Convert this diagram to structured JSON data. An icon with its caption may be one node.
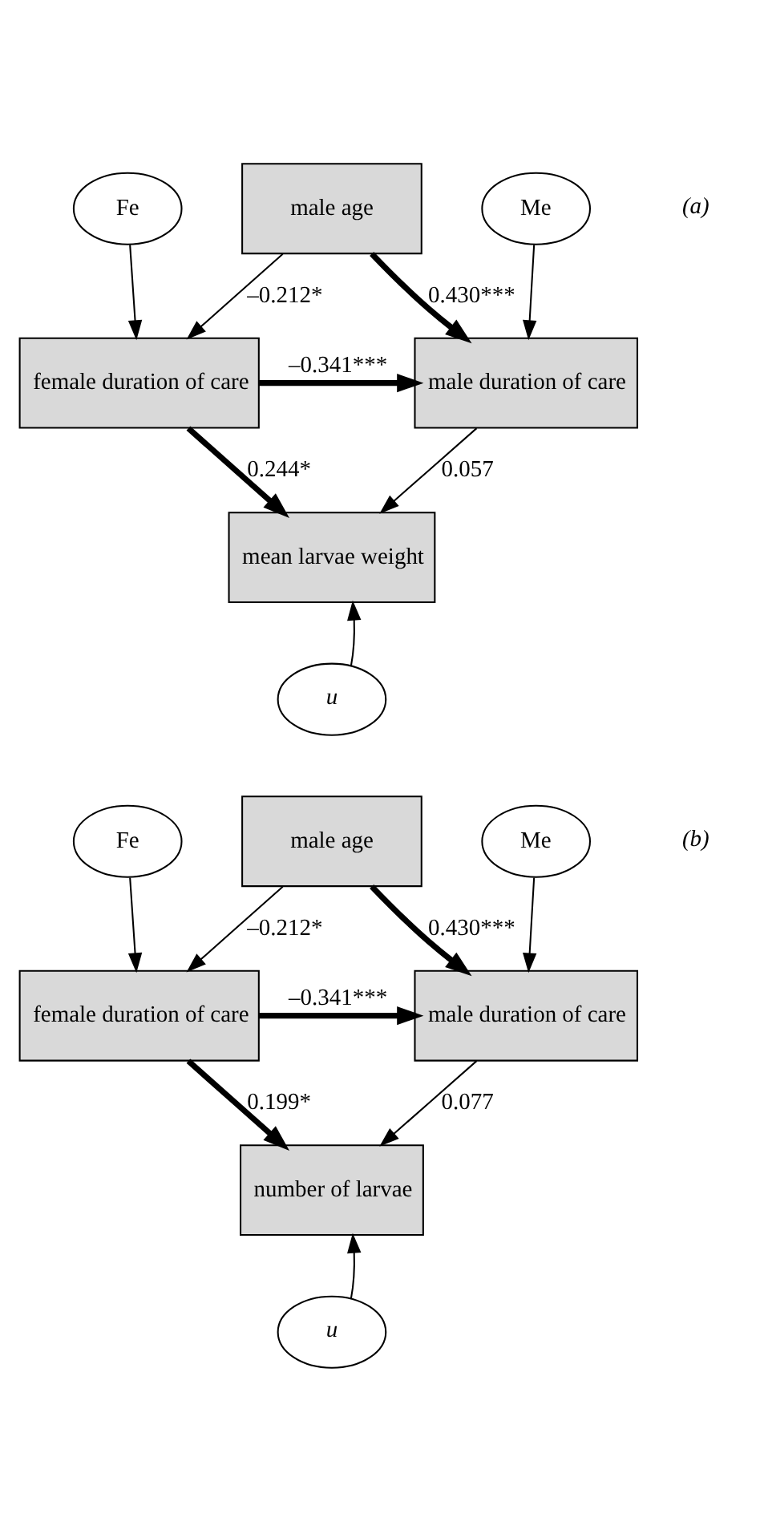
{
  "diagram": {
    "nodes": [
      {
        "text": [
          "male age"
        ]
      },
      {
        "text": [
          "Fe"
        ]
      },
      {
        "text": [
          "Me"
        ]
      },
      {
        "text": [
          "female duration of care"
        ]
      },
      {
        "text": [
          "male duration of care"
        ]
      },
      {
        "text": [
          "mean larvae weight"
        ]
      },
      {
        "text": [
          "u"
        ]
      },
      {
        "text": [
          "male age"
        ]
      },
      {
        "text": [
          "Fe"
        ]
      },
      {
        "text": [
          "Me"
        ]
      },
      {
        "text": [
          "female duration of care"
        ]
      },
      {
        "text": [
          "male duration of care"
        ]
      },
      {
        "text": [
          "number of larvae"
        ]
      },
      {
        "text": [
          "u"
        ]
      }
    ],
    "edges": [
      {
        "from": 0,
        "to": 3,
        "arrow": "to",
        "label": "–0.212*"
      },
      {
        "from": 0,
        "to": 4,
        "arrow": "to",
        "label": "0.430***",
        "style": "thick"
      },
      {
        "from": 1,
        "to": 3,
        "arrow": "to"
      },
      {
        "from": 2,
        "to": 4,
        "arrow": "to"
      },
      {
        "from": 3,
        "to": 4,
        "arrow": "to",
        "label": "–0.341***",
        "style": "thick"
      },
      {
        "from": 3,
        "to": 5,
        "arrow": "to",
        "label": "0.244*",
        "style": "thick"
      },
      {
        "from": 4,
        "to": 5,
        "arrow": "to",
        "label": "0.057"
      },
      {
        "from": 6,
        "to": 5,
        "arrow": "to"
      },
      {
        "from": 7,
        "to": 10,
        "arrow": "to",
        "label": "–0.212*"
      },
      {
        "from": 7,
        "to": 11,
        "arrow": "to",
        "label": "0.430***",
        "style": "thick"
      },
      {
        "from": 8,
        "to": 10,
        "arrow": "to"
      },
      {
        "from": 9,
        "to": 11,
        "arrow": "to"
      },
      {
        "from": 10,
        "to": 11,
        "arrow": "to",
        "label": "–0.341***",
        "style": "thick"
      },
      {
        "from": 10,
        "to": 12,
        "arrow": "to",
        "label": "0.199*",
        "style": "thick"
      },
      {
        "from": 11,
        "to": 12,
        "arrow": "to",
        "label": "0.077"
      },
      {
        "from": 13,
        "to": 12,
        "arrow": "to"
      }
    ],
    "labels": [
      "(a)",
      "(b)"
    ]
  }
}
